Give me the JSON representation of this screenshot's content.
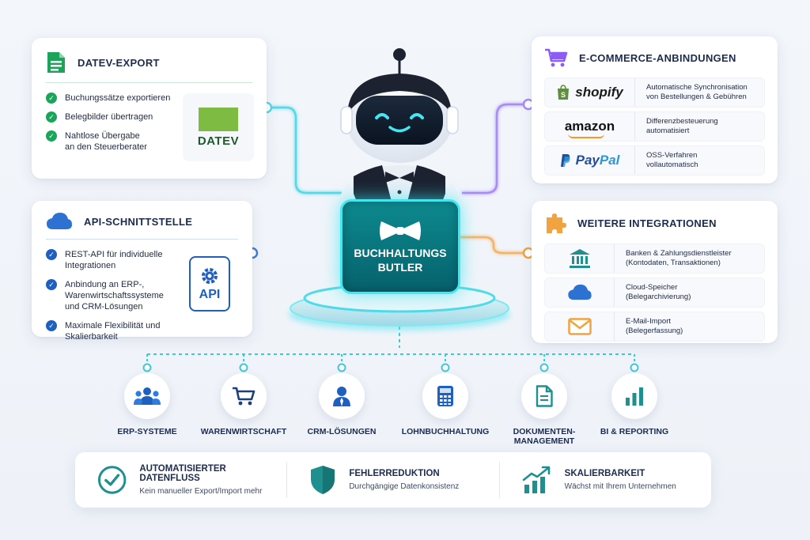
{
  "hub": {
    "title": "BUCHHALTUNGS\nBUTLER"
  },
  "datev_card": {
    "title": "DATEV-EXPORT",
    "items": [
      "Buchungssätze exportieren",
      "Belegbilder übertragen",
      "Nahtlose Übergabe\nan den Steuerberater"
    ],
    "logo_text": "DATEV"
  },
  "api_card": {
    "title": "API-SCHNITTSTELLE",
    "items": [
      "REST-API für individuelle\nIntegrationen",
      "Anbindung an ERP-,\nWarenwirtschaftssysteme\nund CRM-Lösungen",
      "Maximale Flexibilität und\nSkalierbarkeit"
    ],
    "logo_text": "API"
  },
  "ecommerce_card": {
    "title": "E-COMMERCE-ANBINDUNGEN",
    "rows": [
      {
        "logo": "shopify",
        "desc": "Automatische Synchronisation\nvon Bestellungen & Gebühren"
      },
      {
        "logo": "amazon",
        "desc": "Differenzbesteuerung\nautomatisiert"
      },
      {
        "logo": "PayPal",
        "desc": "OSS-Verfahren\nvollautomatisch"
      }
    ]
  },
  "more_card": {
    "title": "WEITERE INTEGRATIONEN",
    "rows": [
      {
        "icon": "bank-icon",
        "desc": "Banken & Zahlungsdienstleister\n(Kontodaten, Transaktionen)"
      },
      {
        "icon": "cloud-icon",
        "desc": "Cloud-Speicher\n(Belegarchivierung)"
      },
      {
        "icon": "mail-icon",
        "desc": "E-Mail-Import\n(Belegerfassung)"
      }
    ]
  },
  "categories": [
    {
      "label": "ERP-SYSTEME",
      "icon": "users-icon"
    },
    {
      "label": "WARENWIRTSCHAFT",
      "icon": "cart-icon"
    },
    {
      "label": "CRM-LÖSUNGEN",
      "icon": "person-icon"
    },
    {
      "label": "LOHNBUCHHALTUNG",
      "icon": "calculator-icon"
    },
    {
      "label": "DOKUMENTEN-\nMANAGEMENT",
      "icon": "document-icon"
    },
    {
      "label": "BI & REPORTING",
      "icon": "bar-chart-icon"
    }
  ],
  "benefits": [
    {
      "title": "AUTOMATISIERTER DATENFLUSS",
      "sub": "Kein manueller Export/Import mehr",
      "icon": "check-circle-icon"
    },
    {
      "title": "FEHLERREDUKTION",
      "sub": "Durchgängige Datenkonsistenz",
      "icon": "shield-icon"
    },
    {
      "title": "SKALIERBARKEIT",
      "sub": "Wächst mit Ihrem Unternehmen",
      "icon": "growth-chart-icon"
    }
  ],
  "colors": {
    "navy": "#1d2b4f",
    "green": "#19a55a",
    "blue": "#1f5fbf",
    "cyan": "#46e6f0",
    "teal": "#0d8a8f",
    "purple": "#8b5cf6",
    "orange": "#f0a340"
  }
}
